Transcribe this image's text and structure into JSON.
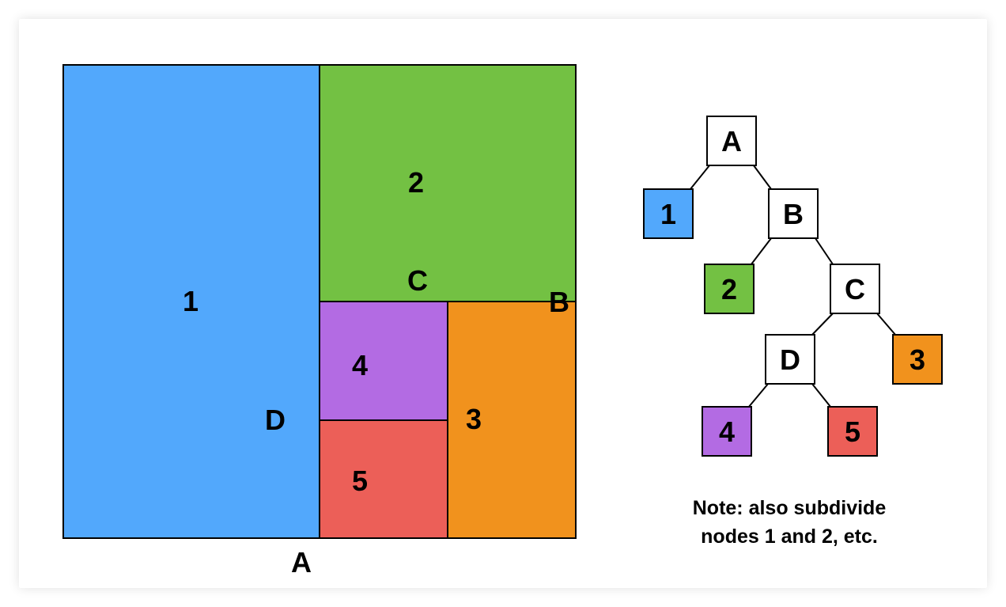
{
  "colors": {
    "blue": "#52a8fc",
    "green": "#73c143",
    "purple": "#b36be3",
    "red": "#ec5f58",
    "orange": "#f1921d",
    "internal": "#ffffff",
    "stroke": "#000000"
  },
  "partition": {
    "regions": [
      {
        "id": "1",
        "label": "1",
        "color": "blue"
      },
      {
        "id": "2",
        "label": "2",
        "color": "green"
      },
      {
        "id": "4",
        "label": "4",
        "color": "purple"
      },
      {
        "id": "5",
        "label": "5",
        "color": "red"
      },
      {
        "id": "3",
        "label": "3",
        "color": "orange"
      }
    ],
    "split_labels": {
      "A": "A",
      "B": "B",
      "C": "C",
      "D": "D"
    }
  },
  "tree": {
    "nodes": [
      {
        "id": "A",
        "label": "A",
        "color": "internal"
      },
      {
        "id": "1",
        "label": "1",
        "color": "blue"
      },
      {
        "id": "B",
        "label": "B",
        "color": "internal"
      },
      {
        "id": "2",
        "label": "2",
        "color": "green"
      },
      {
        "id": "C",
        "label": "C",
        "color": "internal"
      },
      {
        "id": "D",
        "label": "D",
        "color": "internal"
      },
      {
        "id": "3",
        "label": "3",
        "color": "orange"
      },
      {
        "id": "4",
        "label": "4",
        "color": "purple"
      },
      {
        "id": "5",
        "label": "5",
        "color": "red"
      }
    ],
    "edges": [
      [
        "A",
        "1"
      ],
      [
        "A",
        "B"
      ],
      [
        "B",
        "2"
      ],
      [
        "B",
        "C"
      ],
      [
        "C",
        "D"
      ],
      [
        "C",
        "3"
      ],
      [
        "D",
        "4"
      ],
      [
        "D",
        "5"
      ]
    ]
  },
  "note": {
    "line1": "Note: also subdivide",
    "line2": "nodes 1 and 2, etc."
  }
}
